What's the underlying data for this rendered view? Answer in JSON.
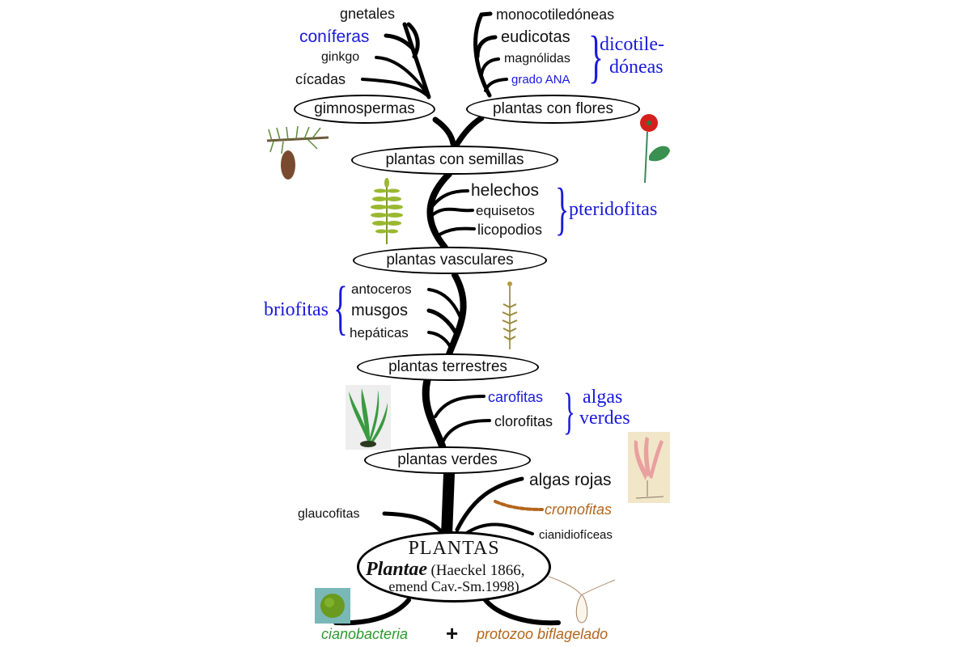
{
  "colors": {
    "group_label": "#1a1adc",
    "ancestor_green": "#2a9a2a",
    "ancestor_brown": "#b3651c",
    "branch": "#000000"
  },
  "gymnosperms": {
    "gnetales": "gnetales",
    "coniferas": "coníferas",
    "ginkgo": "ginkgo",
    "cicadas": "cícadas",
    "node": "gimnospermas"
  },
  "angiosperms": {
    "monocots": "monocotiledóneas",
    "eudicots": "eudicotas",
    "magnoliids": "magnólidas",
    "ana": "grado ANA",
    "group1": "dicotile-",
    "group2": "dóneas",
    "node": "plantas con flores"
  },
  "seed_plants": {
    "node": "plantas con semillas"
  },
  "pteridophytes": {
    "ferns": "helechos",
    "horsetails": "equisetos",
    "lycopods": "licopodios",
    "group": "pteridofitas"
  },
  "vascular": {
    "node": "plantas vasculares"
  },
  "bryophytes": {
    "hornworts": "antoceros",
    "mosses": "musgos",
    "liverworts": "hepáticas",
    "group": "briofitas"
  },
  "land_plants": {
    "node": "plantas terrestres"
  },
  "green_algae": {
    "charophytes": "carofitas",
    "chlorophytes": "clorofitas",
    "group1": "algas",
    "group2": "verdes"
  },
  "green_plants": {
    "node": "plantas verdes"
  },
  "basal": {
    "red_algae": "algas rojas",
    "chromophytes": "cromofitas",
    "cyanidiophyceae": "cianidiofíceas",
    "glaucophytes": "glaucofitas"
  },
  "root": {
    "title": "PLANTAS",
    "latin": "Plantae",
    "authority1": "(Haeckel 1866,",
    "authority2": "emend Cav.-Sm.1998)"
  },
  "ancestors": {
    "cyanobacteria": "cianobacteria",
    "plus": "+",
    "protozoan": "protozoo biflagelado"
  },
  "icons": [
    "pine-branch",
    "poppy-flower",
    "fern-frond",
    "moss-sprig",
    "charophyte-alga",
    "red-alga",
    "cyanobacterium-cell",
    "biflagellate-protozoan"
  ]
}
